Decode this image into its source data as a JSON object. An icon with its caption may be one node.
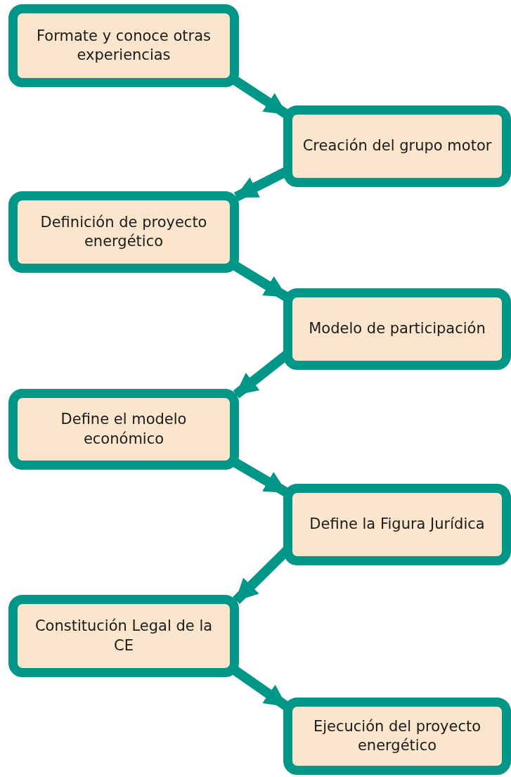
{
  "diagram": {
    "nodes": [
      {
        "text": [
          "Formate y conoce otras experiencias"
        ]
      },
      {
        "text": [
          "Creación del grupo motor"
        ]
      },
      {
        "text": [
          "Definición de proyecto energético"
        ]
      },
      {
        "text": [
          "Modelo de participación"
        ]
      },
      {
        "text": [
          "Define el modelo económico"
        ]
      },
      {
        "text": [
          "Define la Figura Jurídica"
        ]
      },
      {
        "text": [
          "Constitución Legal de la CE"
        ]
      },
      {
        "text": [
          "Ejecución del proyecto energético"
        ]
      }
    ],
    "edges": [
      {
        "from": 0,
        "to": 1,
        "arrow": "to"
      },
      {
        "from": 1,
        "to": 2,
        "arrow": "to"
      },
      {
        "from": 2,
        "to": 3,
        "arrow": "to"
      },
      {
        "from": 3,
        "to": 4,
        "arrow": "to"
      },
      {
        "from": 4,
        "to": 5,
        "arrow": "to"
      },
      {
        "from": 5,
        "to": 6,
        "arrow": "to"
      },
      {
        "from": 6,
        "to": 7,
        "arrow": "to"
      }
    ]
  }
}
